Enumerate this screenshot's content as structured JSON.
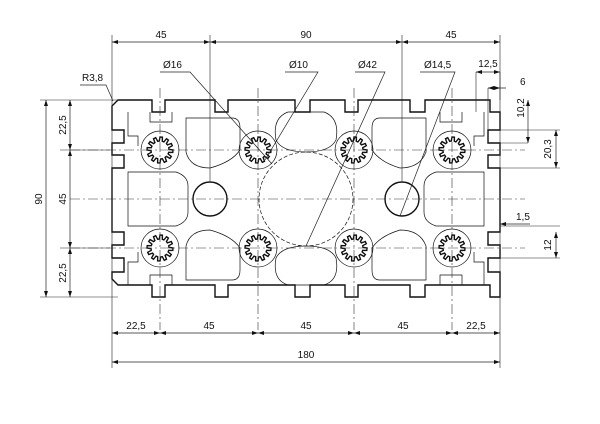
{
  "drawing": {
    "top_dims": {
      "left": "45",
      "middle": "90",
      "right": "45"
    },
    "bottom_dims": {
      "d1": "22,5",
      "d2": "45",
      "d3": "45",
      "d4": "45",
      "d5": "22,5"
    },
    "overall_width": "180",
    "left_dims": {
      "overall_height": "90",
      "top": "22,5",
      "middle": "45",
      "bottom": "22,5"
    },
    "callouts": {
      "radius": "R3,8",
      "bore_small": "Ø16",
      "bore_tiny": "Ø10",
      "bore_large": "Ø42",
      "bore_mid": "Ø14,5"
    },
    "right_dims": {
      "slot_width_top": "12,5",
      "slot_offset": "6",
      "slot_depth": "10,2",
      "slot_open": "20,3",
      "wall": "1,5",
      "slot_height": "12"
    }
  }
}
